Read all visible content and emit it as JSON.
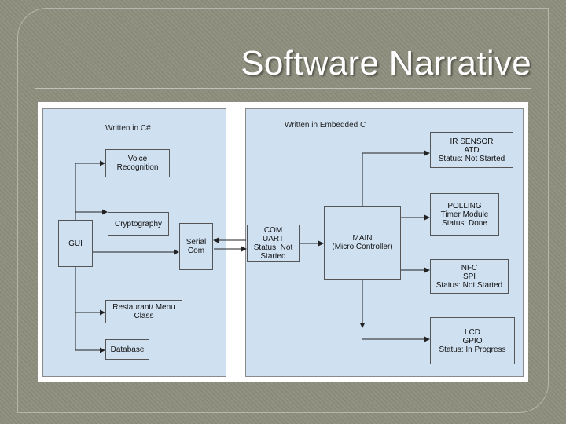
{
  "slide": {
    "title": "Software Narrative"
  },
  "regions": {
    "left_label": "Written in C#",
    "right_label": "Written in Embedded C"
  },
  "nodes": {
    "voice": "Voice\nRecognition",
    "crypto": "Cryptography",
    "gui": "GUI",
    "serial": "Serial\nCom",
    "restaurant": "Restaurant/ Menu\nClass",
    "database": "Database",
    "com_uart": "COM\nUART\nStatus: Not\nStarted",
    "main": "MAIN\n(Micro Controller)",
    "ir_sensor": "IR SENSOR\nATD\nStatus: Not Started",
    "polling": "POLLING\nTimer Module\nStatus: Done",
    "nfc": "NFC\nSPI\nStatus: Not Started",
    "lcd": "LCD\nGPIO\nStatus: In Progress"
  },
  "colors": {
    "slide_background": "#8e8f7e",
    "box_fill": "#cfe0f1",
    "title_text": "#ffffff"
  }
}
